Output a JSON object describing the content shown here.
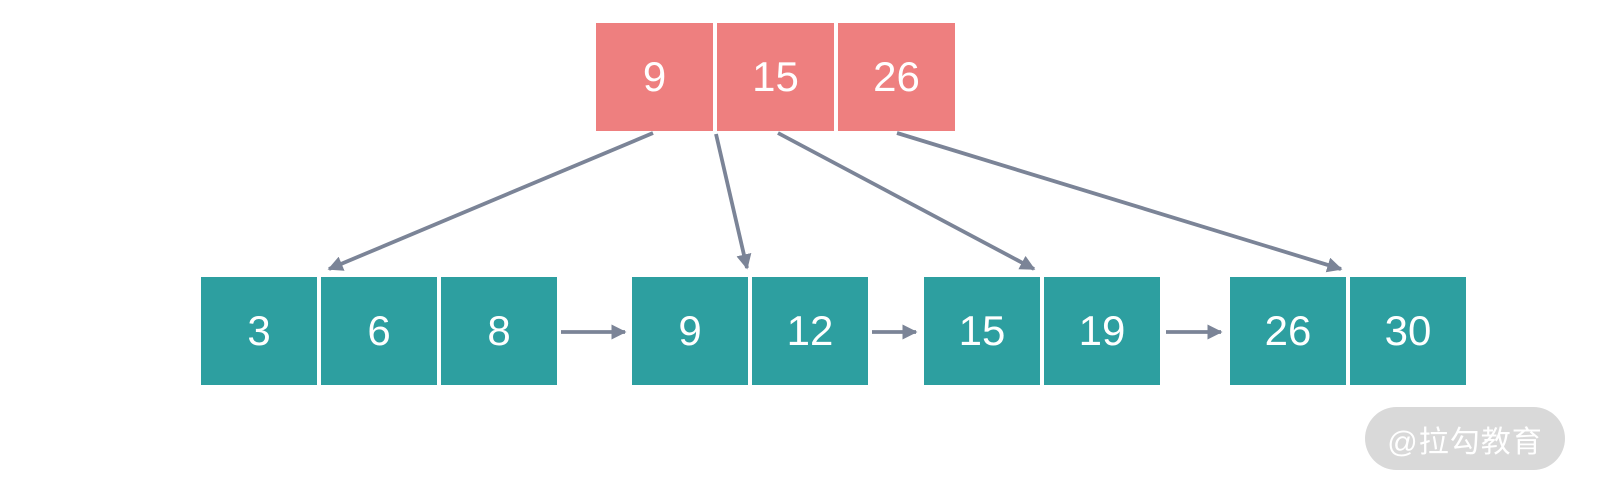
{
  "colors": {
    "background": "#ffffff",
    "internal_node": "#ee7f7f",
    "leaf_node": "#2d9fa0",
    "arrow": "#7b8497",
    "node_text": "#ffffff",
    "watermark_bg": "#d9d9d9",
    "watermark_text": "#ffffff"
  },
  "tree": {
    "type": "b-plus-tree",
    "root": {
      "keys": [
        "9",
        "15",
        "26"
      ]
    },
    "leaves": [
      {
        "id": "leaf-1",
        "keys": [
          "3",
          "6",
          "8"
        ]
      },
      {
        "id": "leaf-2",
        "keys": [
          "9",
          "12"
        ]
      },
      {
        "id": "leaf-3",
        "keys": [
          "15",
          "19"
        ]
      },
      {
        "id": "leaf-4",
        "keys": [
          "26",
          "30"
        ]
      }
    ],
    "edges": {
      "root_to_leaves": [
        "leaf-1",
        "leaf-2",
        "leaf-3",
        "leaf-4"
      ],
      "leaf_links": [
        "leaf-1>leaf-2",
        "leaf-2>leaf-3",
        "leaf-3>leaf-4"
      ]
    }
  },
  "watermark": {
    "label": "@拉勾教育"
  }
}
